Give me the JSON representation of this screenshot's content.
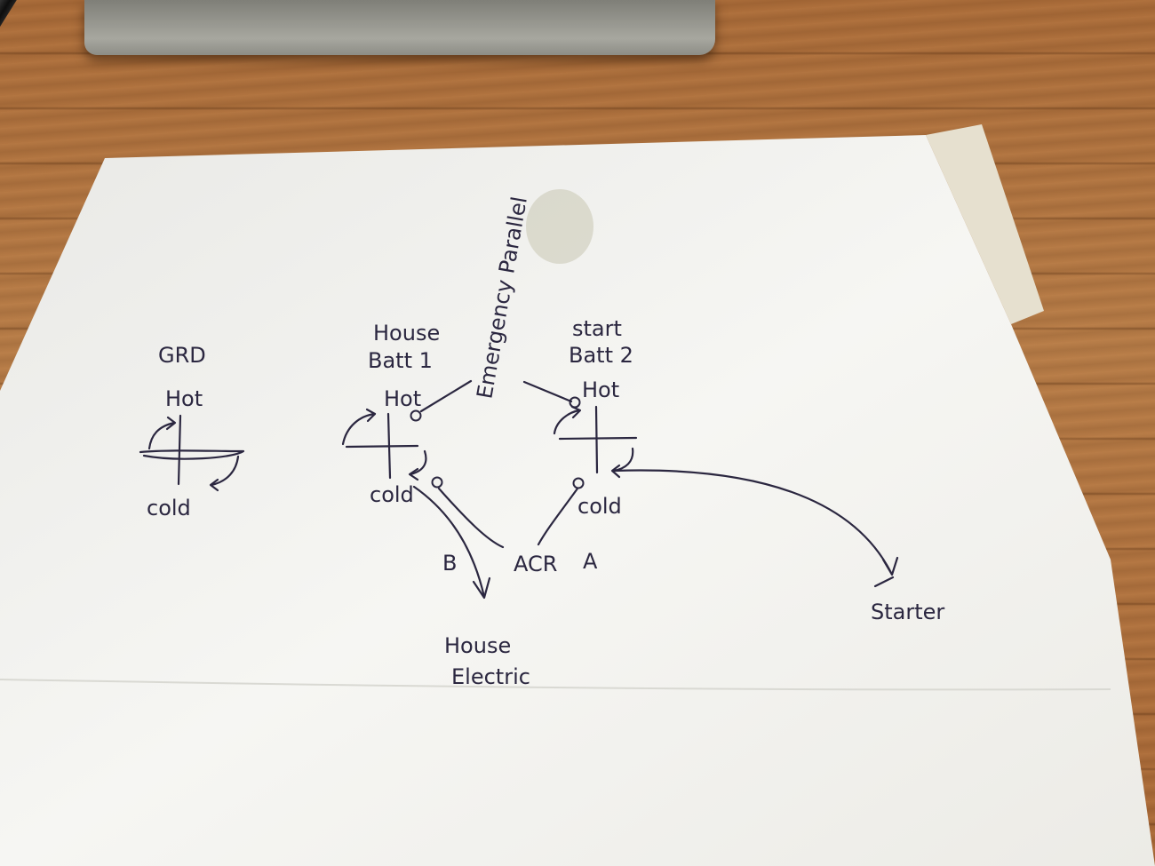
{
  "diagram": {
    "ground": {
      "title": "GRD",
      "top": "Hot",
      "bottom": "cold"
    },
    "house_batt": {
      "line1": "House",
      "line2": "Batt 1",
      "top": "Hot",
      "bottom": "cold"
    },
    "start_batt": {
      "line1": "start",
      "line2": "Batt 2",
      "top": "Hot",
      "bottom": "cold"
    },
    "parallel_label": "Emergency Parallel",
    "acr_label": "ACR",
    "label_a": "A",
    "label_b": "B",
    "house_electric": {
      "line1": "House",
      "line2": "Electric"
    },
    "starter": "Starter"
  },
  "colors": {
    "ink": "#2b2740",
    "paper": "#f4f4f0",
    "wood": "#b0733f"
  }
}
